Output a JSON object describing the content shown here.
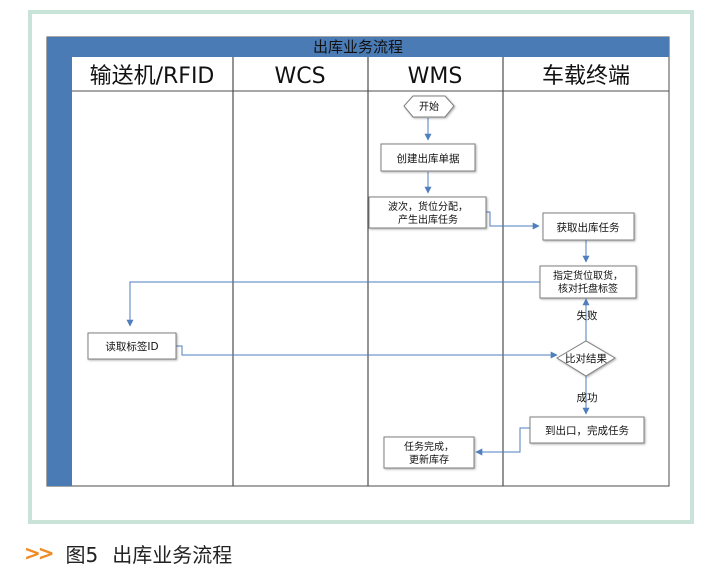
{
  "title": "出库业务流程",
  "lanes": [
    "输送机/RFID",
    "WCS",
    "WMS",
    "车载终端"
  ],
  "nodes": {
    "start": "开始",
    "create": "创建出库单据",
    "wave_line1": "波次，货位分配，",
    "wave_line2": "产生出库任务",
    "get_task": "获取出库任务",
    "assign_line1": "指定货位取货，",
    "assign_line2": "核对托盘标签",
    "read_tag": "读取标签ID",
    "compare": "比对结果",
    "fail": "失败",
    "success": "成功",
    "arrive": "到出口，完成任务",
    "done_line1": "任务完成，",
    "done_line2": "更新库存"
  },
  "caption": {
    "figure": "图5",
    "text": "出库业务流程"
  },
  "colors": {
    "header": "#4a7bb5",
    "line": "#4f7fbd",
    "frame": "#c9e3d9",
    "accent": "#f08a24"
  }
}
